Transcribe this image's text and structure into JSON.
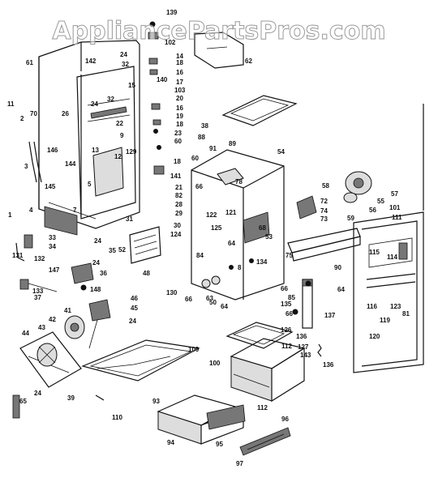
{
  "watermark": "AppliancePartsPros.com",
  "labels": [
    {
      "id": "lbl-139",
      "text": "139"
    },
    {
      "id": "lbl-102",
      "text": "102"
    },
    {
      "id": "lbl-62",
      "text": "62"
    },
    {
      "id": "lbl-14",
      "text": "14"
    },
    {
      "id": "lbl-18a",
      "text": "18"
    },
    {
      "id": "lbl-16a",
      "text": "16"
    },
    {
      "id": "lbl-140",
      "text": "140"
    },
    {
      "id": "lbl-17",
      "text": "17"
    },
    {
      "id": "lbl-103",
      "text": "103"
    },
    {
      "id": "lbl-20",
      "text": "20"
    },
    {
      "id": "lbl-16b",
      "text": "16"
    },
    {
      "id": "lbl-19",
      "text": "19"
    },
    {
      "id": "lbl-18b",
      "text": "18"
    },
    {
      "id": "lbl-23",
      "text": "23"
    },
    {
      "id": "lbl-60a",
      "text": "60"
    },
    {
      "id": "lbl-61",
      "text": "61"
    },
    {
      "id": "lbl-142",
      "text": "142"
    },
    {
      "id": "lbl-24a",
      "text": "24"
    },
    {
      "id": "lbl-32a",
      "text": "32"
    },
    {
      "id": "lbl-15",
      "text": "15"
    },
    {
      "id": "lbl-24b",
      "text": "24"
    },
    {
      "id": "lbl-32b",
      "text": "32"
    },
    {
      "id": "lbl-26",
      "text": "26"
    },
    {
      "id": "lbl-22",
      "text": "22"
    },
    {
      "id": "lbl-70",
      "text": "70"
    },
    {
      "id": "lbl-11",
      "text": "11"
    },
    {
      "id": "lbl-2",
      "text": "2"
    },
    {
      "id": "lbl-9",
      "text": "9"
    },
    {
      "id": "lbl-38",
      "text": "38"
    },
    {
      "id": "lbl-88",
      "text": "88"
    },
    {
      "id": "lbl-91",
      "text": "91"
    },
    {
      "id": "lbl-89",
      "text": "89"
    },
    {
      "id": "lbl-54",
      "text": "54"
    },
    {
      "id": "lbl-146",
      "text": "146"
    },
    {
      "id": "lbl-13",
      "text": "13"
    },
    {
      "id": "lbl-12",
      "text": "12"
    },
    {
      "id": "lbl-129",
      "text": "129"
    },
    {
      "id": "lbl-18c",
      "text": "18"
    },
    {
      "id": "lbl-60b",
      "text": "60"
    },
    {
      "id": "lbl-144",
      "text": "144"
    },
    {
      "id": "lbl-3",
      "text": "3"
    },
    {
      "id": "lbl-141",
      "text": "141"
    },
    {
      "id": "lbl-21",
      "text": "21"
    },
    {
      "id": "lbl-82",
      "text": "82"
    },
    {
      "id": "lbl-28",
      "text": "28"
    },
    {
      "id": "lbl-29",
      "text": "29"
    },
    {
      "id": "lbl-145",
      "text": "145"
    },
    {
      "id": "lbl-5",
      "text": "5"
    },
    {
      "id": "lbl-66a",
      "text": "66"
    },
    {
      "id": "lbl-78",
      "text": "78"
    },
    {
      "id": "lbl-58",
      "text": "58"
    },
    {
      "id": "lbl-57",
      "text": "57"
    },
    {
      "id": "lbl-55",
      "text": "55"
    },
    {
      "id": "lbl-56",
      "text": "56"
    },
    {
      "id": "lbl-72",
      "text": "72"
    },
    {
      "id": "lbl-74",
      "text": "74"
    },
    {
      "id": "lbl-73",
      "text": "73"
    },
    {
      "id": "lbl-101",
      "text": "101"
    },
    {
      "id": "lbl-111",
      "text": "111"
    },
    {
      "id": "lbl-59",
      "text": "59"
    },
    {
      "id": "lbl-1",
      "text": "1"
    },
    {
      "id": "lbl-4",
      "text": "4"
    },
    {
      "id": "lbl-7",
      "text": "7"
    },
    {
      "id": "lbl-122",
      "text": "122"
    },
    {
      "id": "lbl-121",
      "text": "121"
    },
    {
      "id": "lbl-31",
      "text": "31"
    },
    {
      "id": "lbl-30",
      "text": "30"
    },
    {
      "id": "lbl-124",
      "text": "124"
    },
    {
      "id": "lbl-125",
      "text": "125"
    },
    {
      "id": "lbl-68",
      "text": "68"
    },
    {
      "id": "lbl-53",
      "text": "53"
    },
    {
      "id": "lbl-33",
      "text": "33"
    },
    {
      "id": "lbl-34",
      "text": "34"
    },
    {
      "id": "lbl-35",
      "text": "35"
    },
    {
      "id": "lbl-52",
      "text": "52"
    },
    {
      "id": "lbl-24c",
      "text": "24"
    },
    {
      "id": "lbl-64a",
      "text": "64"
    },
    {
      "id": "lbl-131",
      "text": "131"
    },
    {
      "id": "lbl-132",
      "text": "132"
    },
    {
      "id": "lbl-24d",
      "text": "24"
    },
    {
      "id": "lbl-48",
      "text": "48"
    },
    {
      "id": "lbl-84",
      "text": "84"
    },
    {
      "id": "lbl-8",
      "text": "8"
    },
    {
      "id": "lbl-134",
      "text": "134"
    },
    {
      "id": "lbl-75",
      "text": "75"
    },
    {
      "id": "lbl-90",
      "text": "90"
    },
    {
      "id": "lbl-115",
      "text": "115"
    },
    {
      "id": "lbl-114",
      "text": "114"
    },
    {
      "id": "lbl-147",
      "text": "147"
    },
    {
      "id": "lbl-36",
      "text": "36"
    },
    {
      "id": "lbl-133",
      "text": "133"
    },
    {
      "id": "lbl-37",
      "text": "37"
    },
    {
      "id": "lbl-148",
      "text": "148"
    },
    {
      "id": "lbl-130",
      "text": "130"
    },
    {
      "id": "lbl-66b",
      "text": "66"
    },
    {
      "id": "lbl-63",
      "text": "63"
    },
    {
      "id": "lbl-50",
      "text": "50"
    },
    {
      "id": "lbl-64b",
      "text": "64"
    },
    {
      "id": "lbl-66c",
      "text": "66"
    },
    {
      "id": "lbl-64c",
      "text": "64"
    },
    {
      "id": "lbl-85",
      "text": "85"
    },
    {
      "id": "lbl-116",
      "text": "116"
    },
    {
      "id": "lbl-123",
      "text": "123"
    },
    {
      "id": "lbl-81",
      "text": "81"
    },
    {
      "id": "lbl-46",
      "text": "46"
    },
    {
      "id": "lbl-45",
      "text": "45"
    },
    {
      "id": "lbl-41",
      "text": "41"
    },
    {
      "id": "lbl-42",
      "text": "42"
    },
    {
      "id": "lbl-43",
      "text": "43"
    },
    {
      "id": "lbl-44",
      "text": "44"
    },
    {
      "id": "lbl-24e",
      "text": "24"
    },
    {
      "id": "lbl-135",
      "text": "135"
    },
    {
      "id": "lbl-66d",
      "text": "66"
    },
    {
      "id": "lbl-137",
      "text": "137"
    },
    {
      "id": "lbl-119",
      "text": "119"
    },
    {
      "id": "lbl-120",
      "text": "120"
    },
    {
      "id": "lbl-126",
      "text": "126"
    },
    {
      "id": "lbl-136a",
      "text": "136"
    },
    {
      "id": "lbl-109",
      "text": "109"
    },
    {
      "id": "lbl-112a",
      "text": "112"
    },
    {
      "id": "lbl-127",
      "text": "127"
    },
    {
      "id": "lbl-143",
      "text": "143"
    },
    {
      "id": "lbl-136b",
      "text": "136"
    },
    {
      "id": "lbl-100",
      "text": "100"
    },
    {
      "id": "lbl-24f",
      "text": "24"
    },
    {
      "id": "lbl-39",
      "text": "39"
    },
    {
      "id": "lbl-65",
      "text": "65"
    },
    {
      "id": "lbl-110",
      "text": "110"
    },
    {
      "id": "lbl-93",
      "text": "93"
    },
    {
      "id": "lbl-112b",
      "text": "112"
    },
    {
      "id": "lbl-96",
      "text": "96"
    },
    {
      "id": "lbl-94",
      "text": "94"
    },
    {
      "id": "lbl-95",
      "text": "95"
    },
    {
      "id": "lbl-97",
      "text": "97"
    }
  ]
}
